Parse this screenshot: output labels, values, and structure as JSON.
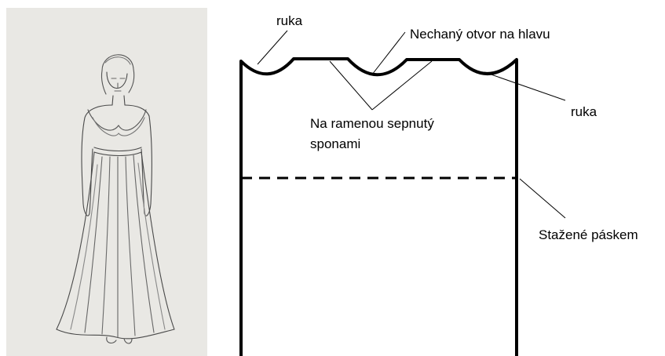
{
  "sketch": {
    "paper_color": "#e9e8e4",
    "pencil_color": "#4a4a4a"
  },
  "diagram": {
    "labels": {
      "arm_left": "ruka",
      "head_opening": "Nechaný otvor na hlavu",
      "arm_right": "ruka",
      "shoulder_line1": "Na ramenou sepnutý",
      "shoulder_line2": "sponami",
      "belt": "Stažené páskem"
    },
    "line_color": "#000000"
  }
}
